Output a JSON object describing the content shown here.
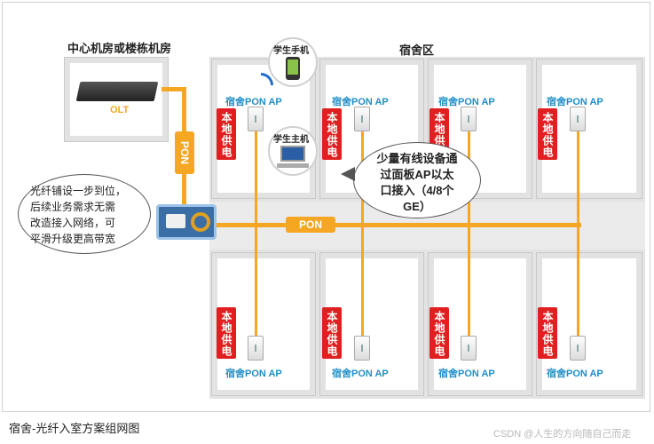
{
  "titles": {
    "center_room": "中心机房或楼栋机房",
    "dorm_area": "宿舍区"
  },
  "devices": {
    "olt": "OLT",
    "student_phone": "学生手机",
    "student_pc": "学生主机"
  },
  "links": {
    "pon_vertical": "PON",
    "pon_horizontal": "PON"
  },
  "rooms": {
    "top": [
      {
        "ap_label": "宿舍PON AP",
        "power": "本地供电"
      },
      {
        "ap_label": "宿舍PON AP",
        "power": "本地供电"
      },
      {
        "ap_label": "宿舍PON AP",
        "power": "本地供电"
      },
      {
        "ap_label": "宿舍PON AP",
        "power": "本地供电"
      }
    ],
    "bottom": [
      {
        "ap_label": "宿舍PON AP",
        "power": "本地供电"
      },
      {
        "ap_label": "宿舍PON AP",
        "power": "本地供电"
      },
      {
        "ap_label": "宿舍PON AP",
        "power": "本地供电"
      },
      {
        "ap_label": "宿舍PON AP",
        "power": "本地供电"
      }
    ]
  },
  "callouts": {
    "left_lines": [
      "光纤铺设一步到位，",
      "后续业务需求无需",
      "改造接入网络，可",
      "平滑升级更高带宽"
    ],
    "right_lines": [
      "少量有线设备通",
      "过面板AP以太",
      "口接入（4/8个",
      "GE）"
    ]
  },
  "caption": "宿舍-光纤入室方案组网图",
  "watermark": "CSDN @人生的方向随自己而走",
  "colors": {
    "fiber": "#f5a623",
    "power": "#e02020",
    "ap_label": "#1e8ec8"
  }
}
